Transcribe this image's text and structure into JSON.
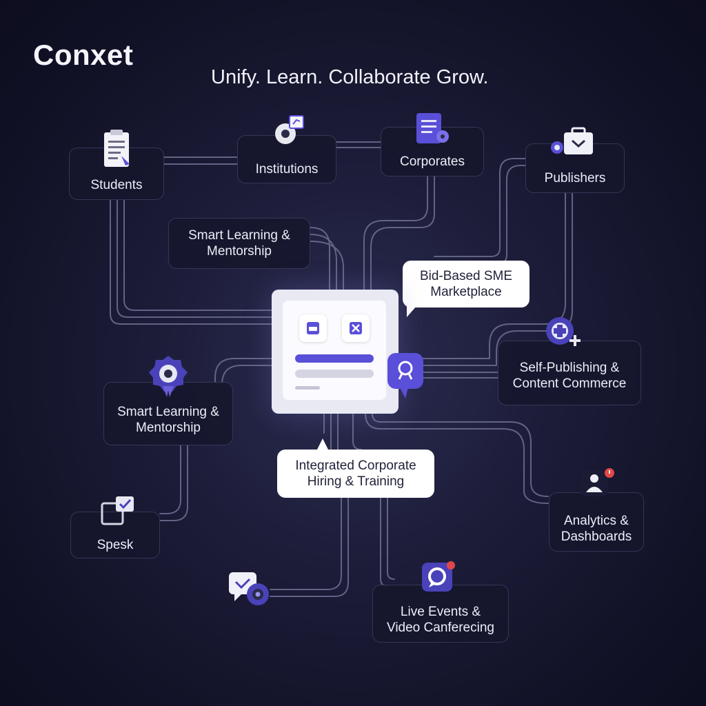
{
  "brand": {
    "logo": "Conxet",
    "tagline": "Unify. Learn. Collaborate Grow."
  },
  "colors": {
    "accent": "#5a4fd8",
    "background": "#141430",
    "node_border": "#353656",
    "wire": "#7a7b9a"
  },
  "nodes": {
    "students": {
      "label": "Students",
      "icon": "clipboard-icon"
    },
    "institutions": {
      "label": "Institutions",
      "icon": "gear-document-icon"
    },
    "corporates": {
      "label": "Corporates",
      "icon": "report-icon"
    },
    "publishers": {
      "label": "Publishers",
      "icon": "briefcase-icon"
    },
    "smart_learning_top": {
      "label_line1": "Smart Learning &",
      "label_line2": "Mentorship"
    },
    "smart_learning_left": {
      "label_line1": "Smart Learning &",
      "label_line2": "Mentorship",
      "icon": "badge-icon"
    },
    "self_publishing": {
      "label_line1": "Self-Publishing &",
      "label_line2": "Content Commerce",
      "icon": "add-content-icon"
    },
    "analytics": {
      "label_line1": "Analytics &",
      "label_line2": "Dashboards",
      "icon": "user-alert-icon"
    },
    "spesk": {
      "label": "Spesk",
      "icon": "checked-card-icon"
    },
    "live_events": {
      "label_line1": "Live Events &",
      "label_line2": "Video Canferecing",
      "icon": "video-chat-icon"
    }
  },
  "bubbles": {
    "marketplace": {
      "line1": "Bid-Based SME",
      "line2": "Marketplace"
    },
    "hiring": {
      "line1": "Integrated Corporate",
      "line2": "Hiring & Training"
    }
  },
  "hub": {
    "icon": "dashboard-icon",
    "pin_icon": "location-pin-icon"
  },
  "floating_icon": {
    "icon": "chat-settings-icon"
  }
}
